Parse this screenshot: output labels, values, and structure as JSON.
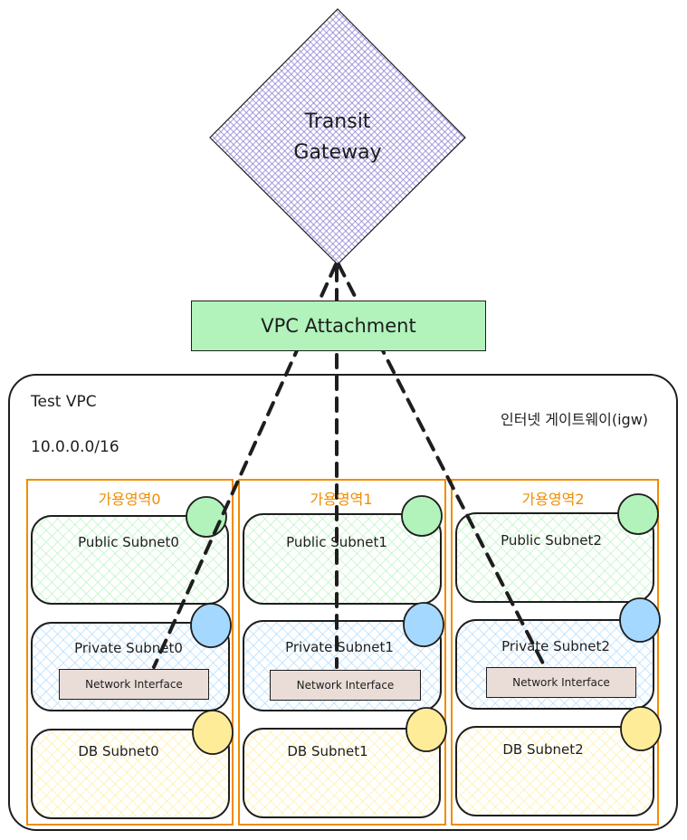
{
  "transit_gateway": {
    "line1": "Transit",
    "line2": "Gateway",
    "fill_color": "#9a8fd6"
  },
  "vpc_attachment": {
    "label": "VPC Attachment",
    "fill_color": "#b2f2bb"
  },
  "vpc": {
    "name": "Test VPC",
    "cidr": "10.0.0.0/16",
    "internet_gateway_label": "인터넷 게이트웨이(igw)"
  },
  "availability_zones": [
    {
      "title": "가용영역0",
      "subnets": {
        "public": "Public Subnet0",
        "private": "Private Subnet0",
        "db": "DB Subnet0"
      },
      "network_interface": "Network Interface"
    },
    {
      "title": "가용영역1",
      "subnets": {
        "public": "Public Subnet1",
        "private": "Private Subnet1",
        "db": "DB Subnet1"
      },
      "network_interface": "Network Interface"
    },
    {
      "title": "가용영역2",
      "subnets": {
        "public": "Public Subnet2",
        "private": "Private Subnet2",
        "db": "DB Subnet2"
      },
      "network_interface": "Network Interface"
    }
  ],
  "colors": {
    "zone_border": "#f08c00",
    "public_fill": "#b2f2bb",
    "private_fill": "#a5d8ff",
    "db_fill": "#ffec99",
    "eni_fill": "#eaddd7",
    "stroke": "#1e1e1e"
  }
}
